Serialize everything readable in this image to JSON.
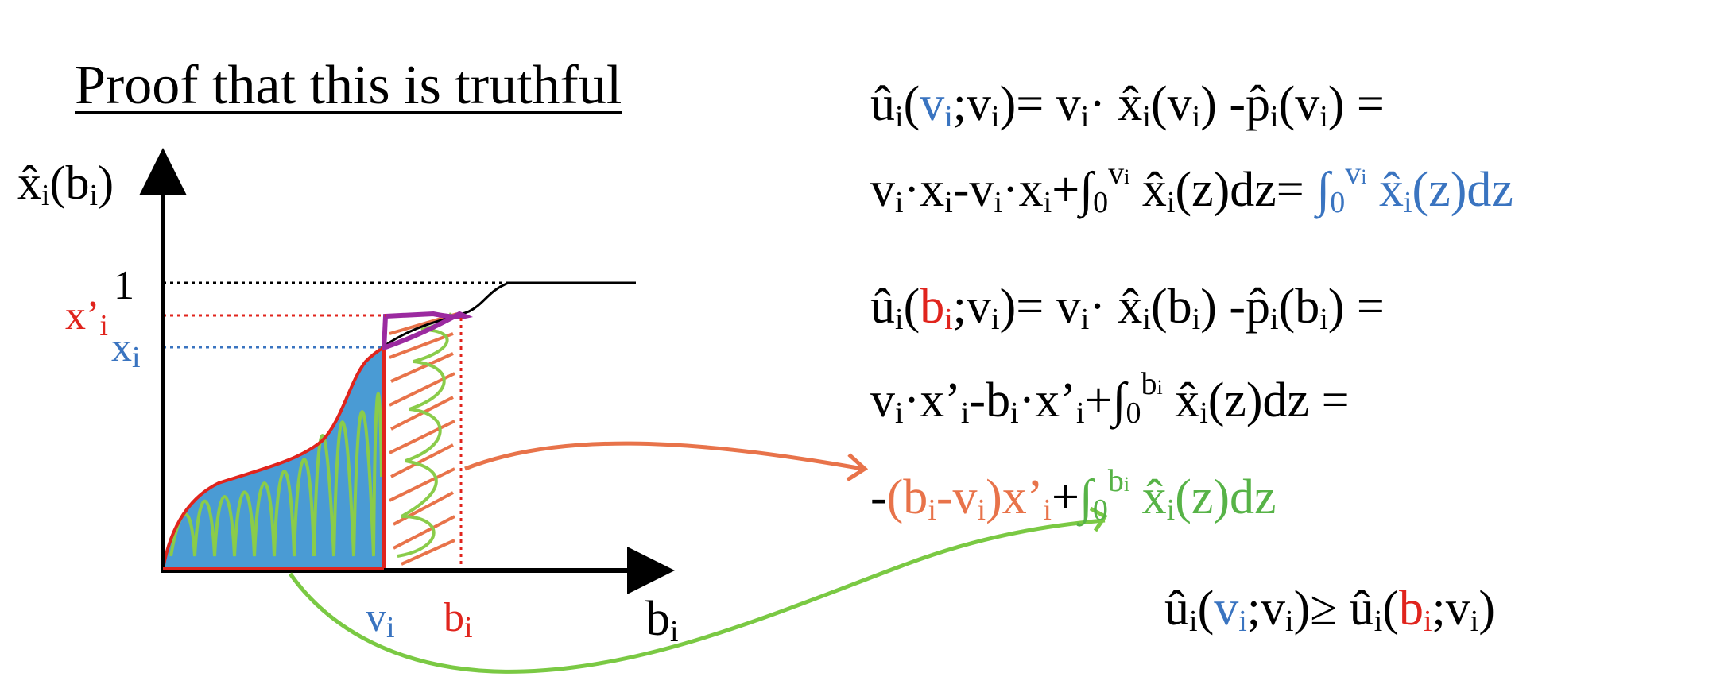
{
  "title": "Proof that this is truthful",
  "axis": {
    "y_label_main": "x̂",
    "y_label_sub": "i",
    "y_label_paren": "(b",
    "y_label_paren_sub": "i",
    "y_label_close": ")",
    "x_label": "b",
    "x_label_sub": "i"
  },
  "labels": {
    "one": "1",
    "x_prime": "x’",
    "x_prime_sub": "i",
    "x": "x",
    "x_sub": "i",
    "v": "v",
    "v_sub": "i",
    "b": "b",
    "b_sub": "i"
  },
  "equations": {
    "eq1_line1": {
      "a": "û",
      "a_sub": "i",
      "b": "(",
      "c": "v",
      "c_sub": "i",
      "d": ";v",
      "d_sub": "i",
      "e": ")= v",
      "e_sub": "i",
      "f": "· x̂",
      "f_sub": "i",
      "g": "(v",
      "g_sub": "i",
      "h": ") -p̂",
      "h_sub": "i",
      "i": "(v",
      "i_sub": "i",
      "j": ") ="
    },
    "eq1_line2": {
      "a": "v",
      "a_sub": "i",
      "b": "·x",
      "b_sub": "i",
      "c": "-v",
      "c_sub": "i",
      "d": "·x",
      "d_sub": "i",
      "e": "+∫",
      "e_low": "0",
      "e_up": "v",
      "e_up_sub": "i",
      "f": " x̂",
      "f_sub": "i",
      "g": "(z)dz= ",
      "h": "∫",
      "h_low": "0",
      "h_up": "v",
      "h_up_sub": "i",
      "i": " x̂",
      "i_sub": "i",
      "j": "(z)dz"
    },
    "eq2_line1": {
      "a": "û",
      "a_sub": "i",
      "b": "(",
      "c": "b",
      "c_sub": "i",
      "d": ";v",
      "d_sub": "i",
      "e": ")= v",
      "e_sub": "i",
      "f": "· x̂",
      "f_sub": "i",
      "g": "(b",
      "g_sub": "i",
      "h": ") -p̂",
      "h_sub": "i",
      "i": "(b",
      "i_sub": "i",
      "j": ") ="
    },
    "eq2_line2": {
      "a": "v",
      "a_sub": "i",
      "b": "·x’",
      "b_sub": "i",
      "c": "-b",
      "c_sub": "i",
      "d": "·x’",
      "d_sub": "i",
      "e": "+∫",
      "e_low": "0",
      "e_up": "b",
      "e_up_sub": "i",
      "f": " x̂",
      "f_sub": "i",
      "g": "(z)dz ="
    },
    "eq2_line3": {
      "a": "-",
      "b": "(b",
      "b_sub": "i",
      "c": "-v",
      "c_sub": "i",
      "d": ")x’",
      "d_sub": "i",
      "e": "+",
      "f": "∫",
      "f_low": "0",
      "f_up": "b",
      "f_up_sub": "i",
      "g": " x̂",
      "g_sub": "i",
      "h": "(z)dz"
    },
    "conclusion": {
      "a": "û",
      "a_sub": "i",
      "b": "(",
      "c": "v",
      "c_sub": "i",
      "d": ";v",
      "d_sub": "i",
      "e": ")≥ û",
      "e_sub": "i",
      "f": "(",
      "g": "b",
      "g_sub": "i",
      "h": ";v",
      "h_sub": "i",
      "i": ")"
    }
  },
  "colors": {
    "blue": "#3a74c0",
    "red": "#e0241d",
    "orange": "#e8734a",
    "green": "#57b347",
    "purple": "#9b2aa0",
    "fill_blue": "#4a9bd4"
  }
}
